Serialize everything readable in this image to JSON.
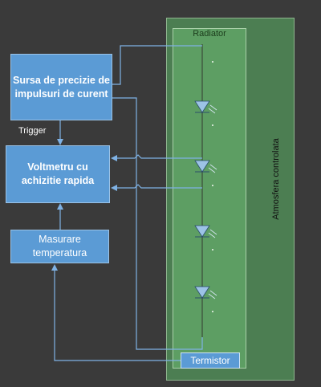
{
  "outer_box": {
    "label": "Atmosfera controlata"
  },
  "radiator": {
    "label": "Radiator"
  },
  "blocks": {
    "source": "Sursa de precizie de impulsuri de curent",
    "voltmeter": "Voltmetru cu achizitie rapida",
    "temperature": "Masurare temperatura",
    "thermistor": "Termistor"
  },
  "trigger_label": "Trigger",
  "colors": {
    "background": "#3a3a3a",
    "block": "#5b9bd5",
    "outer_green": "#4c7e52",
    "inner_green": "#5d9e63",
    "wires": "#7fb2e5",
    "diode": "#9cc3e6"
  },
  "leds": [
    {
      "name": "led-1"
    },
    {
      "name": "led-2"
    },
    {
      "name": "led-3"
    },
    {
      "name": "led-4"
    }
  ]
}
